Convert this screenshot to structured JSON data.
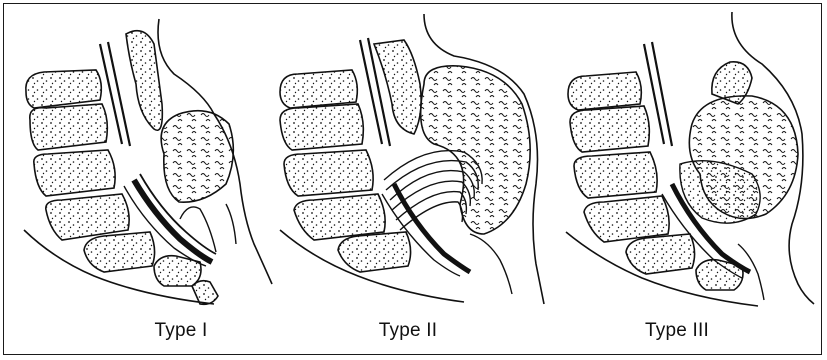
{
  "figure": {
    "panels": [
      {
        "caption": "Type I"
      },
      {
        "caption": "Type II"
      },
      {
        "caption": "Type III"
      }
    ]
  },
  "colors": {
    "ink": "#111111",
    "background": "#ffffff"
  }
}
